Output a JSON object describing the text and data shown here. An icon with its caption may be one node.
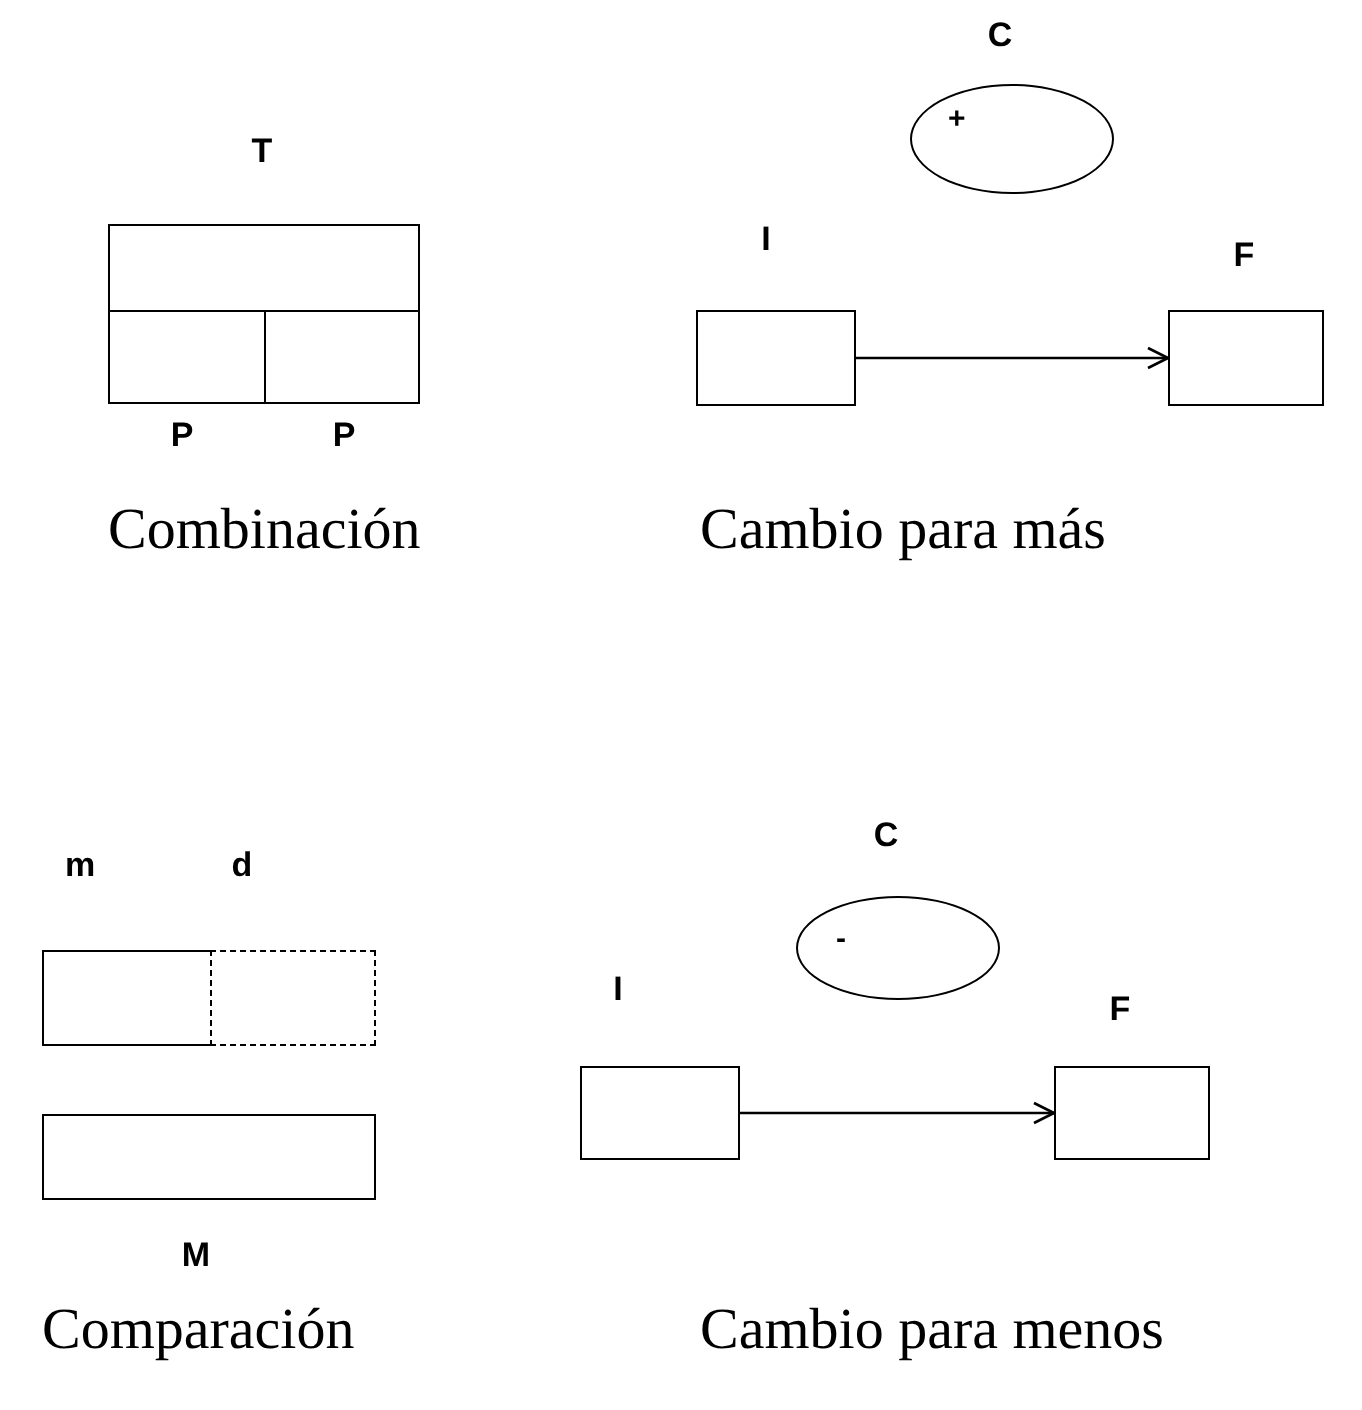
{
  "diagram": {
    "nodes": [
      {
        "text": [
          "T"
        ]
      },
      {
        "text": [
          "P"
        ]
      },
      {
        "text": [
          "P"
        ]
      },
      {
        "text": [
          "C",
          "+"
        ]
      },
      {
        "text": [
          "I"
        ]
      },
      {
        "text": [
          "F"
        ]
      },
      {
        "text": [
          "m"
        ]
      },
      {
        "text": [
          "d"
        ]
      },
      {
        "text": [
          "M"
        ]
      },
      {
        "text": [
          "C",
          "-"
        ]
      },
      {
        "text": [
          "I"
        ]
      },
      {
        "text": [
          "F"
        ]
      }
    ],
    "edges": [
      {
        "from": 4,
        "to": 5,
        "arrow": "to"
      },
      {
        "from": 10,
        "to": 11,
        "arrow": "to"
      }
    ],
    "labels": [
      "Combinación",
      "Cambio para más",
      "Comparación",
      "Cambio para menos"
    ]
  }
}
